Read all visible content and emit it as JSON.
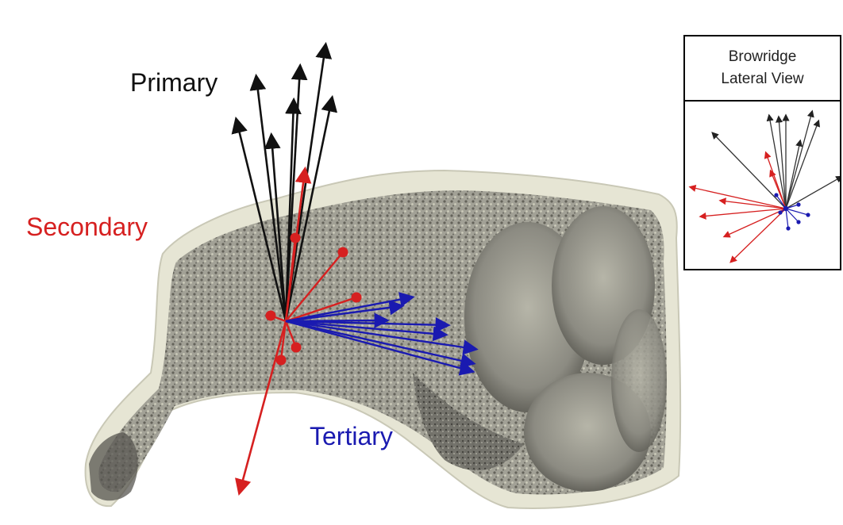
{
  "labels": {
    "primary": "Primary",
    "secondary": "Secondary",
    "tertiary": "Tertiary"
  },
  "inset": {
    "title_line1": "Browridge",
    "title_line2": "Lateral View"
  },
  "colors": {
    "primary": "#111111",
    "secondary": "#d62020",
    "tertiary": "#1a1ab0",
    "bone": "#d8d7c4",
    "trabecular": "#8f8e85",
    "cortex_edge": "#ecebdc"
  }
}
